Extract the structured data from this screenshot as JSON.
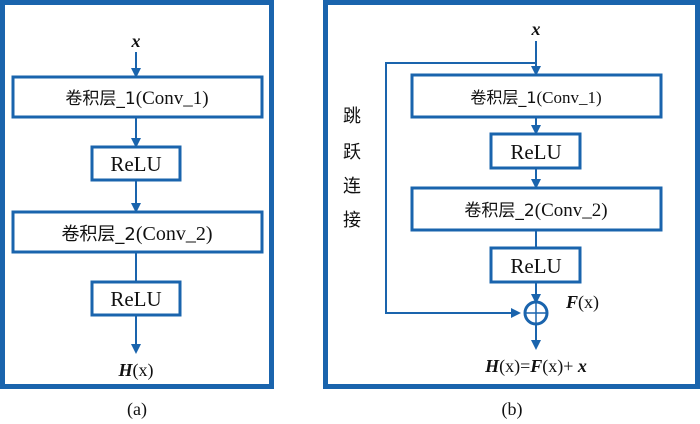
{
  "colors": {
    "accent": "#1a64ad",
    "text": "#111111"
  },
  "panel_a": {
    "caption": "(a)",
    "input": "x",
    "blocks": [
      {
        "cn": "卷积层_1",
        "en": "(Conv_1)"
      },
      {
        "cn": "",
        "en": "ReLU"
      },
      {
        "cn": "卷积层_2",
        "en": "(Conv_2)"
      },
      {
        "cn": "",
        "en": "ReLU"
      }
    ],
    "output": {
      "fn": "H",
      "arg": "(x)"
    }
  },
  "panel_b": {
    "caption": "(b)",
    "input": "x",
    "skip_label": [
      "跳",
      "跃",
      "连",
      "接"
    ],
    "blocks": [
      {
        "cn": "卷积层_1",
        "en": "(Conv_1)"
      },
      {
        "cn": "",
        "en": "ReLU"
      },
      {
        "cn": "卷积层_2",
        "en": "(Conv_2)"
      },
      {
        "cn": "",
        "en": "ReLU"
      }
    ],
    "residual_label": {
      "fn": "F",
      "arg": "(x)"
    },
    "adder_symbol": "plus-circle",
    "output": {
      "h": "H",
      "hx": "(x)",
      "eq": "=",
      "f": "F",
      "fx": "(x)",
      "plus": "+ ",
      "x": "x"
    }
  }
}
